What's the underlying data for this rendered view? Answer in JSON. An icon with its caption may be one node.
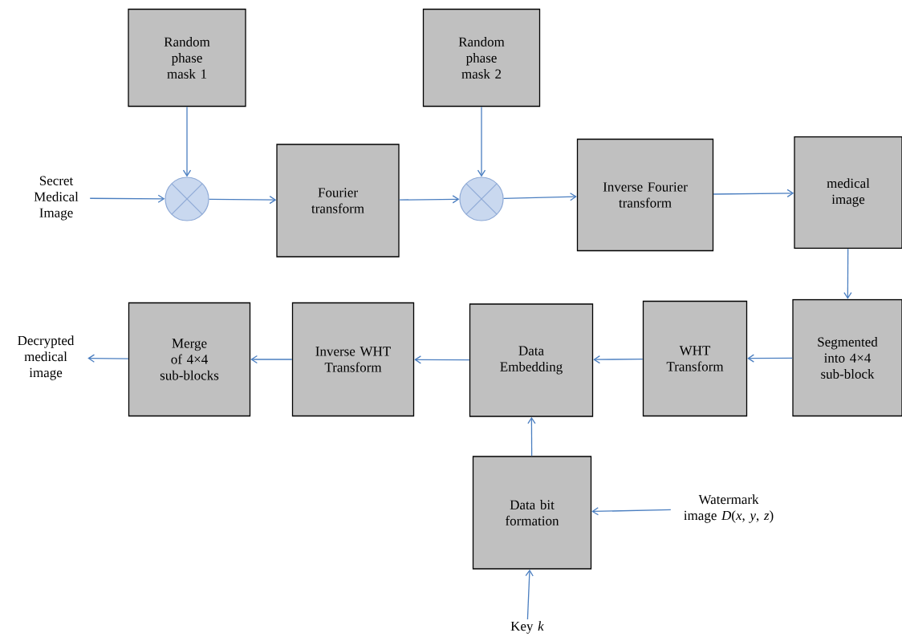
{
  "diagram": {
    "nodes": [
      {
        "text": [
          "Random phase mask 1"
        ]
      },
      {
        "text": [
          "Random phase mask 2"
        ]
      },
      {
        "text": [
          "Secret Medical Image"
        ]
      },
      {
        "text": [],
        "shape": "circle"
      },
      {
        "text": [
          "Fourier transform"
        ]
      },
      {
        "text": [],
        "shape": "circle"
      },
      {
        "text": [
          "Inverse Fourier transform"
        ]
      },
      {
        "text": [
          "medical image"
        ]
      },
      {
        "text": [
          "Segmented into 4×4 sub-block"
        ]
      },
      {
        "text": [
          "WHT Transform"
        ]
      },
      {
        "text": [
          "Data Embedding"
        ]
      },
      {
        "text": [
          "Inverse WHT Transform"
        ]
      },
      {
        "text": [
          "Merge of 4×4 sub-blocks"
        ]
      },
      {
        "text": [
          "Decrypted medical image"
        ]
      },
      {
        "text": [
          "Data bit formation"
        ]
      },
      {
        "text": [
          "Watermark image *D*(*x*, *y*, *z*)"
        ]
      },
      {
        "text": [
          "Key *k*"
        ]
      }
    ],
    "edges": [
      {
        "from": 0,
        "to": 3,
        "arrow": "to"
      },
      {
        "from": 2,
        "to": 3,
        "arrow": "to"
      },
      {
        "from": 3,
        "to": 4,
        "arrow": "to"
      },
      {
        "from": 4,
        "to": 5,
        "arrow": "to"
      },
      {
        "from": 1,
        "to": 5,
        "arrow": "to"
      },
      {
        "from": 5,
        "to": 6,
        "arrow": "to"
      },
      {
        "from": 6,
        "to": 7,
        "arrow": "to"
      },
      {
        "from": 7,
        "to": 8,
        "arrow": "to"
      },
      {
        "from": 8,
        "to": 9,
        "arrow": "to"
      },
      {
        "from": 9,
        "to": 10,
        "arrow": "to"
      },
      {
        "from": 10,
        "to": 11,
        "arrow": "to"
      },
      {
        "from": 11,
        "to": 12,
        "arrow": "to"
      },
      {
        "from": 12,
        "to": 13,
        "arrow": "to"
      },
      {
        "from": 14,
        "to": 10,
        "arrow": "to"
      },
      {
        "from": 15,
        "to": 14,
        "arrow": "to"
      },
      {
        "from": 16,
        "to": 14,
        "arrow": "to"
      }
    ]
  }
}
